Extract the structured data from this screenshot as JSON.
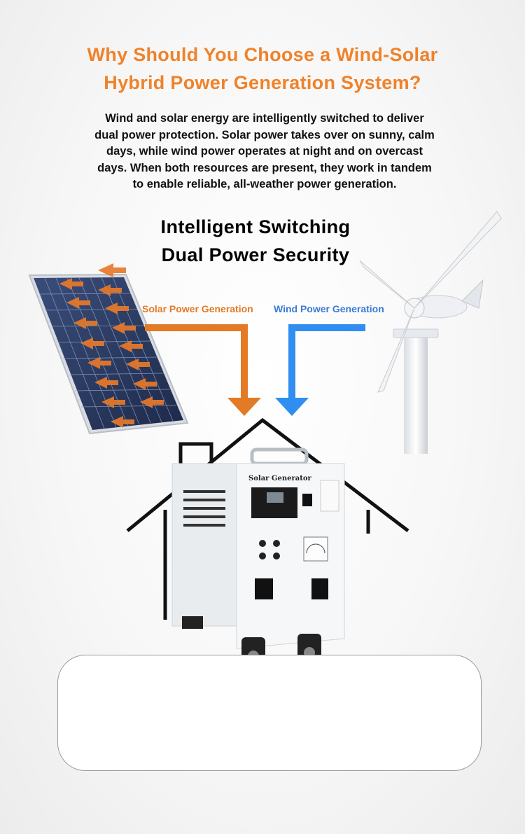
{
  "header": {
    "title_line1": "Why Should You Choose a Wind-Solar",
    "title_line2": "Hybrid Power Generation System?"
  },
  "intro": {
    "lines": [
      "Wind and solar energy are intelligently switched to deliver",
      "dual power protection. Solar power takes over on sunny, calm",
      "days, while wind power operates at night and on overcast",
      "days. When both resources are present, they work in tandem",
      "to enable reliable, all-weather power generation."
    ]
  },
  "section": {
    "subtitle_line1": "Intelligent Switching",
    "subtitle_line2": "Dual Power Security"
  },
  "flows": {
    "solar_label": "Solar Power Generation",
    "wind_label": "Wind Power Generation"
  },
  "generator": {
    "panel_text": "Solar Generator"
  },
  "colors": {
    "title_orange": "#f0822a",
    "solar_orange": "#e37a25",
    "wind_blue": "#2f8ef0"
  },
  "icons": [
    "solar-panel-icon",
    "wind-turbine-icon",
    "house-outline-icon",
    "solar-generator-icon",
    "refrigerator-icon",
    "rice-cooker-icon",
    "washing-machine-icon",
    "air-conditioner-icon",
    "desk-fan-icon"
  ]
}
